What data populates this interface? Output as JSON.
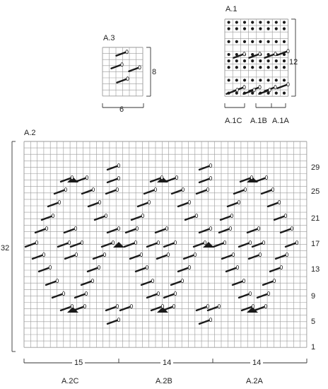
{
  "a1": {
    "title": "A.1",
    "rows_count": "12",
    "columns": [
      "A.1C",
      "A.1B",
      "A.1A"
    ]
  },
  "a3": {
    "title": "A.3",
    "rows_count": "8",
    "stitch_count": "6"
  },
  "a2": {
    "title": "A.2",
    "rows_count": "32",
    "row_numbers": [
      "29",
      "25",
      "21",
      "17",
      "13",
      "9",
      "5",
      "1"
    ],
    "sections": [
      {
        "name": "A.2C",
        "stitches": "15"
      },
      {
        "name": "A.2B",
        "stitches": "14"
      },
      {
        "name": "A.2A",
        "stitches": "14"
      }
    ]
  },
  "colors": {
    "grid_line": "#9a9a9a",
    "ink": "#1a1a1a",
    "background": "#ffffff"
  },
  "symbols": [
    "dot-icon",
    "cable-icon",
    "triangle-icon"
  ]
}
